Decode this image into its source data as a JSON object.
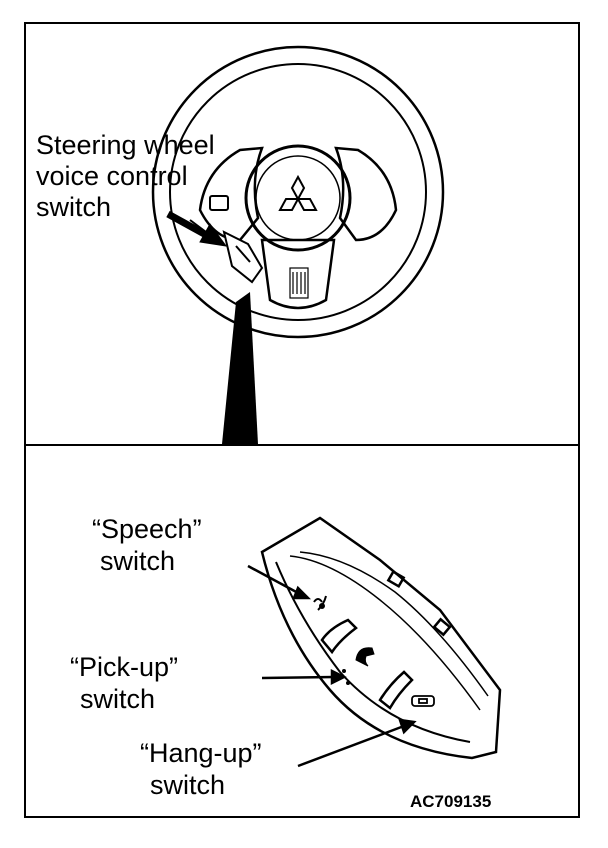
{
  "labels": {
    "steering_line1": "Steering wheel",
    "steering_line2": "voice control",
    "steering_line3": "switch",
    "speech_line1": "“Speech”",
    "speech_line2": "switch",
    "pickup_line1": "“Pick-up”",
    "pickup_line2": "switch",
    "hangup_line1": "“Hang-up”",
    "hangup_line2": "switch"
  },
  "figure_code": "AC709135",
  "icons": [
    "mitsubishi-logo",
    "speech-icon",
    "pickup-phone-icon",
    "hangup-phone-icon"
  ]
}
